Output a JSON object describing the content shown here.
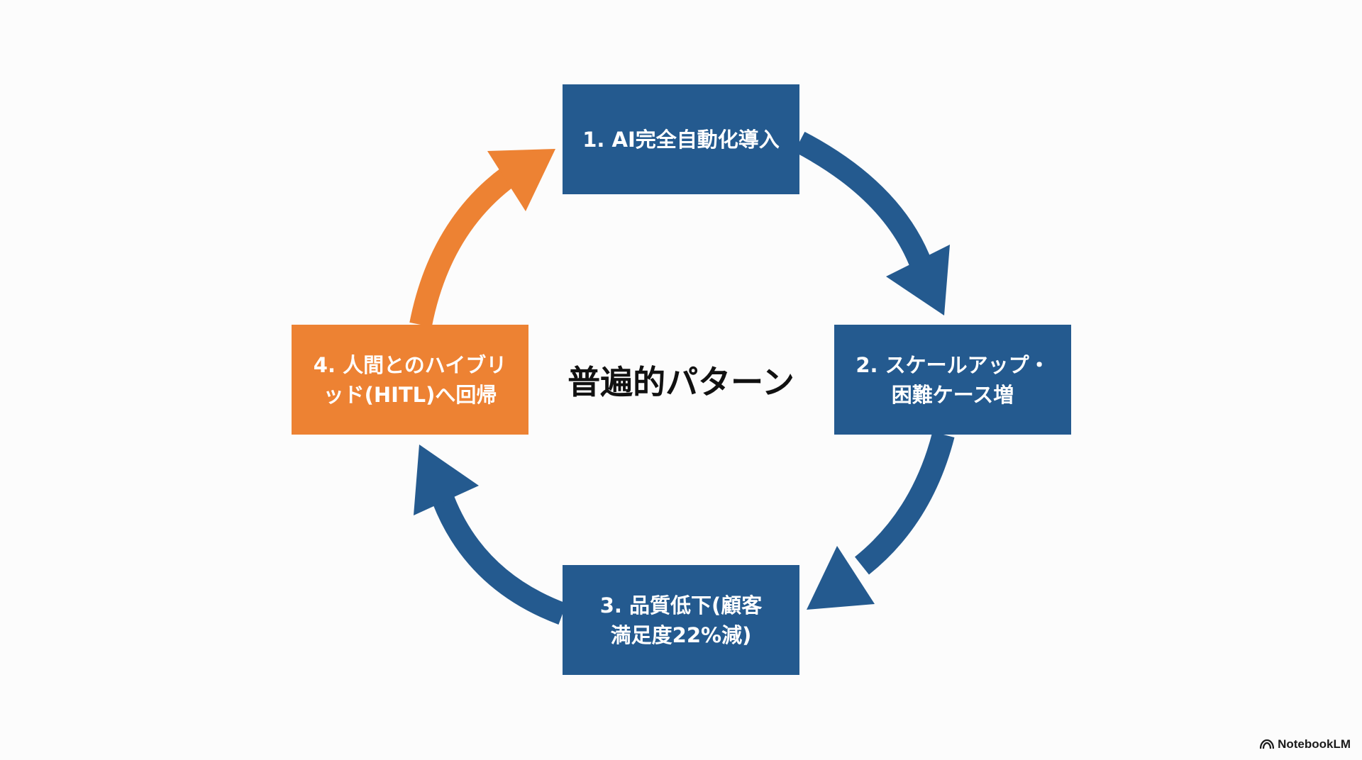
{
  "diagram": {
    "center_title": "普遍的パターン",
    "steps": [
      {
        "label_lines": [
          "1. AI完全自動化導入"
        ],
        "color": "#245a8f"
      },
      {
        "label_lines": [
          "2. スケールアップ・",
          "困難ケース増"
        ],
        "color": "#245a8f"
      },
      {
        "label_lines": [
          "3. 品質低下(顧客",
          "満足度22%減)"
        ],
        "color": "#245a8f"
      },
      {
        "label_lines": [
          "4. 人間とのハイブリ",
          "ッド(HITL)へ回帰"
        ],
        "color": "#ed8233"
      }
    ],
    "arrow_colors": {
      "blue": "#245a8f",
      "orange": "#ed8233"
    }
  },
  "branding": {
    "name": "NotebookLM",
    "icon": "notebooklm-logo-icon"
  }
}
